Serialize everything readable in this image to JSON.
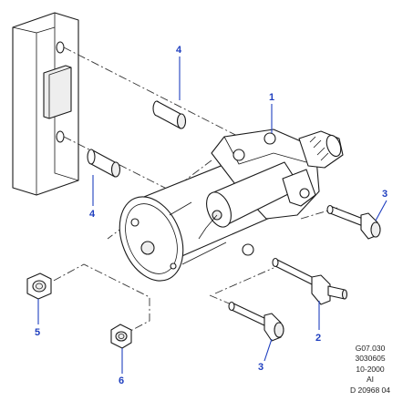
{
  "callouts": [
    {
      "id": "1",
      "part": "starter-motor"
    },
    {
      "id": "2",
      "part": "bolt-long"
    },
    {
      "id": "3",
      "part": "bolt"
    },
    {
      "id": "3",
      "part": "bolt"
    },
    {
      "id": "4",
      "part": "dowel-sleeve"
    },
    {
      "id": "4",
      "part": "dowel-sleeve"
    },
    {
      "id": "5",
      "part": "nut"
    },
    {
      "id": "6",
      "part": "nut"
    }
  ],
  "meta": {
    "line1": "G07.030",
    "line2": "3030605",
    "line3": "10-2000",
    "line4": "AI",
    "line5": "D 20968 04"
  },
  "colors": {
    "callout": "#1f3fbf",
    "linework": "#1a1a1a"
  }
}
